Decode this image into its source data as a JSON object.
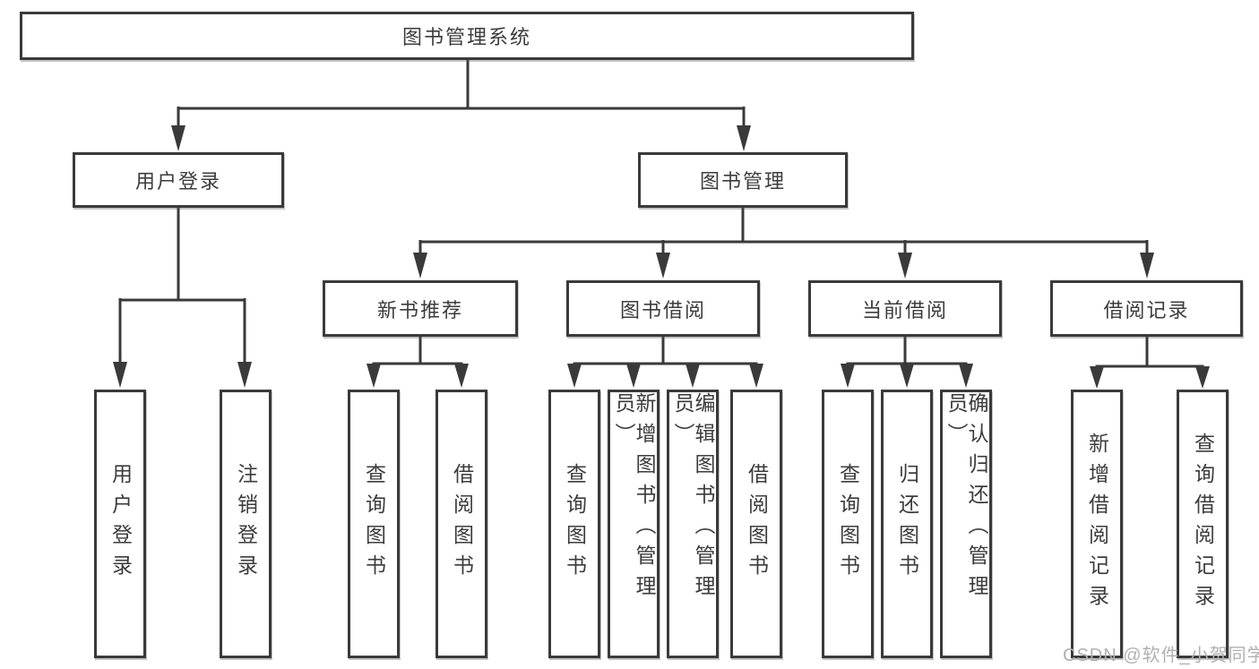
{
  "tree": {
    "root": {
      "label": "图书管理系统",
      "children": [
        {
          "label": "用户登录",
          "children": [
            {
              "label": "用户登录"
            },
            {
              "label": "注销登录"
            }
          ]
        },
        {
          "label": "图书管理",
          "children": [
            {
              "label": "新书推荐",
              "children": [
                {
                  "label": "查询图书"
                },
                {
                  "label": "借阅图书"
                }
              ]
            },
            {
              "label": "图书借阅",
              "children": [
                {
                  "label": "查询图书"
                },
                {
                  "label": "新增图书（管理员）"
                },
                {
                  "label": "编辑图书（管理员）"
                },
                {
                  "label": "借阅图书"
                }
              ]
            },
            {
              "label": "当前借阅",
              "children": [
                {
                  "label": "查询图书"
                },
                {
                  "label": "归还图书"
                },
                {
                  "label": "确认归还（管理员）"
                }
              ]
            },
            {
              "label": "借阅记录",
              "children": [
                {
                  "label": "新增借阅记录"
                },
                {
                  "label": "查询借阅记录"
                }
              ]
            }
          ]
        }
      ]
    }
  },
  "watermark": {
    "text": "CSDN @软件_小贺同学",
    "color": "#b0b0b0"
  },
  "colors": {
    "line": "#3a3a3a",
    "text": "#3c3c3c",
    "background": "#ffffff"
  }
}
